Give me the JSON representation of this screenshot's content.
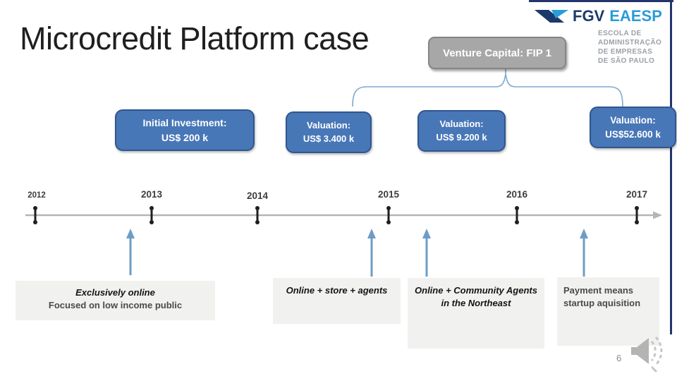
{
  "slide": {
    "title": "Microcredit Platform case",
    "page_number": "6"
  },
  "logo": {
    "fgv": "FGV",
    "eaesp": "EAESP",
    "school_lines": [
      "ESCOLA DE",
      "ADMINISTRAÇÃO",
      "DE EMPRESAS",
      "DE SÃO PAULO"
    ]
  },
  "fund_box": {
    "label": "Venture Capital: FIP 1"
  },
  "value_boxes": [
    {
      "line1": "Initial Investment:",
      "line2": "US$ 200 k"
    },
    {
      "line1": "Valuation:",
      "line2": "US$ 3.400 k"
    },
    {
      "line1": "Valuation:",
      "line2": "US$ 9.200 k"
    },
    {
      "line1": "Valuation:",
      "line2": "US$52.600 k"
    }
  ],
  "timeline": {
    "years": [
      "2012",
      "2013",
      "2014",
      "2015",
      "2016",
      "2017"
    ]
  },
  "milestones": [
    {
      "line1": "Exclusively online",
      "line2": "Focused on low income public"
    },
    {
      "line1": "Online + store + agents",
      "line2": ""
    },
    {
      "line1": "Online + Community Agents",
      "line2": "in the Northeast"
    },
    {
      "line1": "Payment means",
      "line2": "startup aquisition"
    }
  ],
  "icons": {
    "speaker": "speaker-audio-icon",
    "logo_mark": "fgv-check-flag-icon",
    "timeline_arrowhead": "right-arrowhead-icon",
    "up_arrows": "up-arrow-icon"
  },
  "colors": {
    "value_box_blue": "#4877b8",
    "value_box_border": "#30568e",
    "connector_blue": "#7da9cf",
    "arrow_blue": "#6d9dc5",
    "fund_gray": "#a7a7a7",
    "milestone_gray": "#f1f1ef",
    "logo_navy": "#1b3a6b",
    "logo_light_blue": "#2b9cd8",
    "frame_navy": "#23356b",
    "timeline_gray": "#b5b5b5",
    "tick_black": "#1f1f1f"
  }
}
